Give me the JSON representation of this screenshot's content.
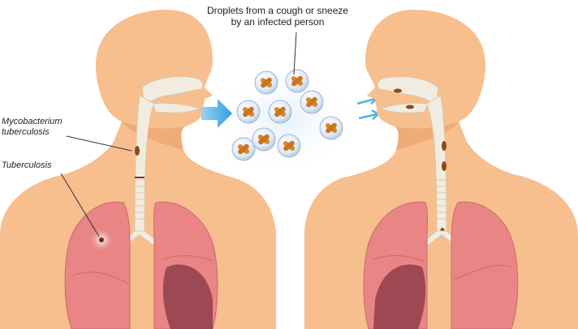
{
  "labels": {
    "droplets_line1": "Droplets from a cough or sneeze",
    "droplets_line2": "by an infected person",
    "mycobacterium_line1": "Mycobacterium",
    "mycobacterium_line2": "tuberculosis",
    "tuberculosis": "Tuberculosis"
  },
  "colors": {
    "skin": "#F7BE8E",
    "skin_shade": "#EFAB78",
    "lung": "#E98585",
    "lung_dark": "#B94F55",
    "lung_inner": "#8E3E4A",
    "trachea": "#F2ECE0",
    "arrow": "#4FB3E8",
    "droplet_fill": "#DCE8F4",
    "bacterium": "#D9862C"
  },
  "icons": {
    "droplet": "bacterium-droplet-icon",
    "transmission_arrow": "arrow-right-icon",
    "inhalation_arrows": "inhale-arrows-icon"
  }
}
